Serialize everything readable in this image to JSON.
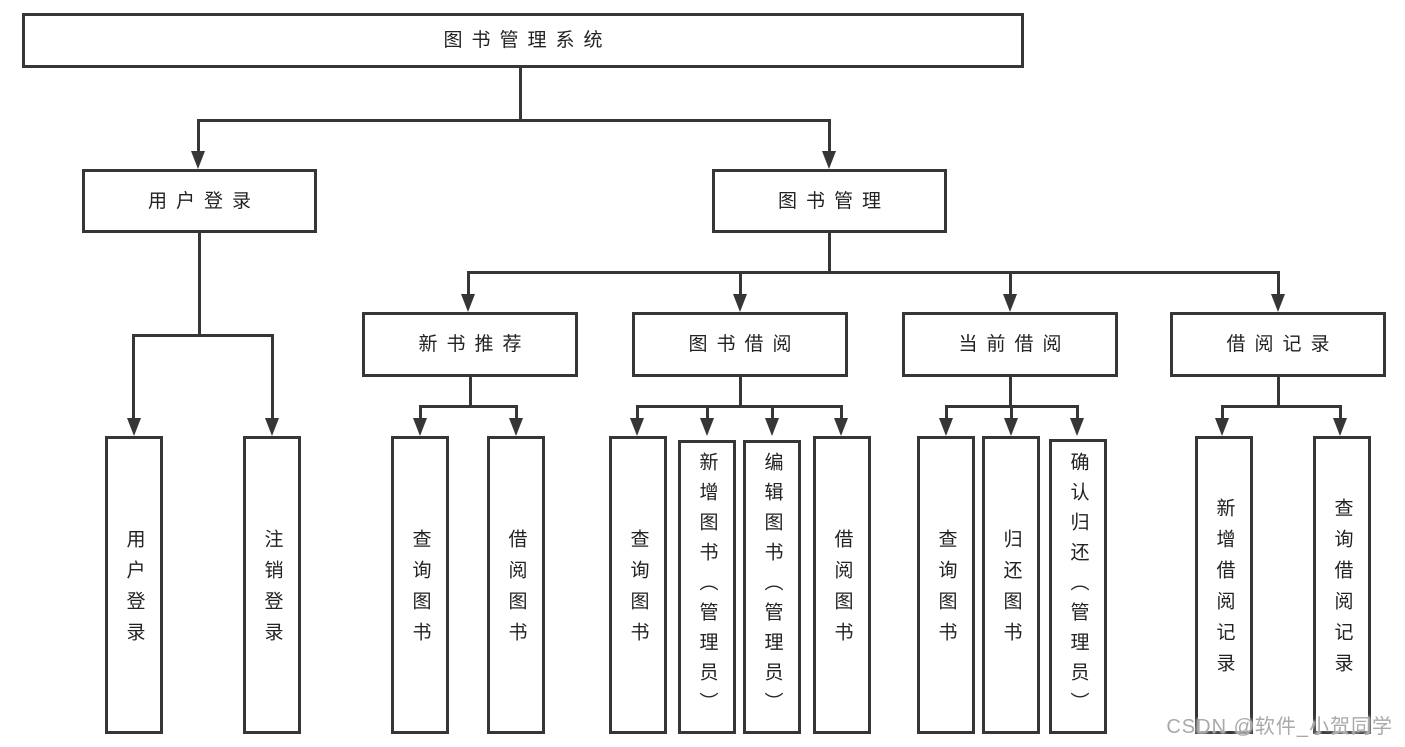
{
  "diagram": {
    "title": "图书管理系统",
    "tree": {
      "root": {
        "label": "图书管理系统",
        "children": [
          {
            "label": "用户登录",
            "children": [
              {
                "label": "用户登录"
              },
              {
                "label": "注销登录"
              }
            ]
          },
          {
            "label": "图书管理",
            "children": [
              {
                "label": "新书推荐",
                "children": [
                  {
                    "label": "查询图书"
                  },
                  {
                    "label": "借阅图书"
                  }
                ]
              },
              {
                "label": "图书借阅",
                "children": [
                  {
                    "label": "查询图书"
                  },
                  {
                    "label": "新增图书（管理员）"
                  },
                  {
                    "label": "编辑图书（管理员）"
                  },
                  {
                    "label": "借阅图书"
                  }
                ]
              },
              {
                "label": "当前借阅",
                "children": [
                  {
                    "label": "查询图书"
                  },
                  {
                    "label": "归还图书"
                  },
                  {
                    "label": "确认归还（管理员）"
                  }
                ]
              },
              {
                "label": "借阅记录",
                "children": [
                  {
                    "label": "新增借阅记录"
                  },
                  {
                    "label": "查询借阅记录"
                  }
                ]
              }
            ]
          }
        ]
      }
    }
  },
  "watermark": {
    "text": "CSDN @软件_小贺同学"
  },
  "colors": {
    "line": "#363636",
    "text": "#222222",
    "background": "#ffffff",
    "watermark": "#a9a9a9"
  }
}
